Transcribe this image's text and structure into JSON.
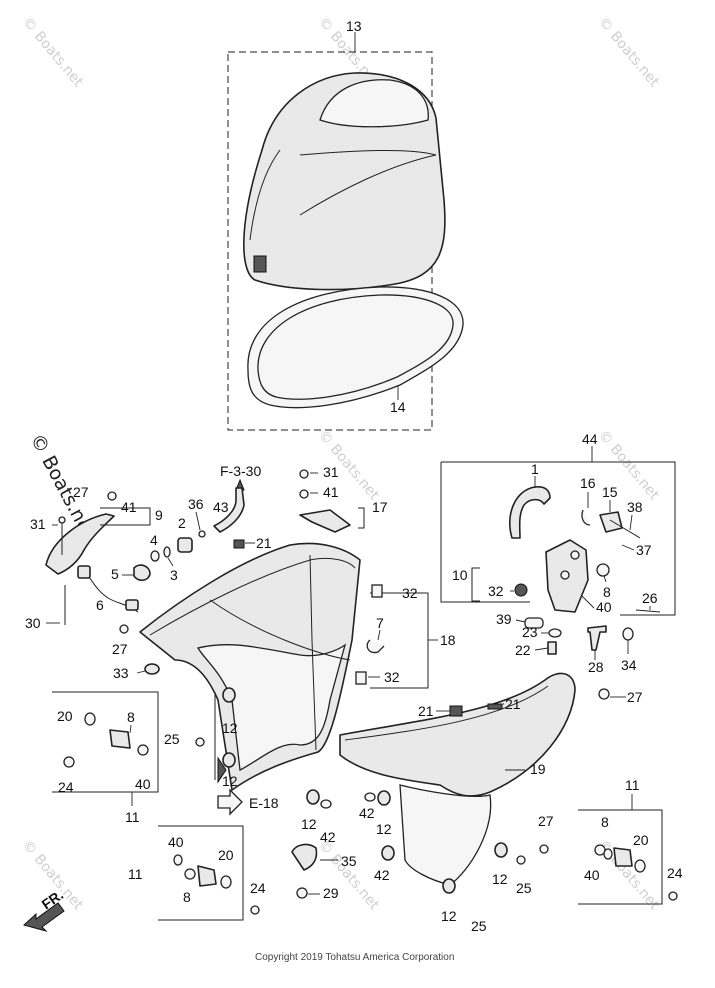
{
  "diagram": {
    "watermark": "© Boats.net",
    "copyright": "Copyright 2019 Tohatsu America Corporation",
    "front_marker": "FR.",
    "ref_f": "F-3-30",
    "ref_e": "E-18",
    "labels": {
      "l13": "13",
      "l14": "14",
      "l44": "44",
      "l1": "1",
      "l16": "16",
      "l15": "15",
      "l38": "38",
      "l37": "37",
      "l10": "10",
      "l32a": "32",
      "l40a": "40",
      "l8a": "8",
      "l39": "39",
      "l23": "23",
      "l26": "26",
      "l22": "22",
      "l28": "28",
      "l34": "34",
      "l27a": "27",
      "l21a": "21",
      "l21b": "21",
      "l21c": "21",
      "l19": "19",
      "l31a": "31",
      "l41a": "41",
      "l17": "17",
      "l36": "36",
      "l43": "43",
      "l2": "2",
      "l4": "4",
      "l3": "3",
      "l5": "5",
      "l6": "6",
      "l27b": "27",
      "l33": "33",
      "l32b": "32",
      "l32c": "32",
      "l7": "7",
      "l18": "18",
      "l31b": "31",
      "l30": "30",
      "l27c": "27",
      "l41b": "41",
      "l9": "9",
      "l20a": "20",
      "l8b": "8",
      "l24a": "24",
      "l40b": "40",
      "l11a": "11",
      "l25a": "25",
      "l12a": "12",
      "l12b": "12",
      "l12c": "12",
      "l12d": "12",
      "l12e": "12",
      "l12f": "12",
      "l42a": "42",
      "l42b": "42",
      "l42c": "42",
      "l35": "35",
      "l29": "29",
      "l25b": "25",
      "l25c": "25",
      "l27d": "27",
      "l11b": "11",
      "l40c": "40",
      "l20b": "20",
      "l8c": "8",
      "l24b": "24",
      "l11c": "11",
      "l8d": "8",
      "l20c": "20",
      "l40d": "40",
      "l24c": "24"
    }
  }
}
